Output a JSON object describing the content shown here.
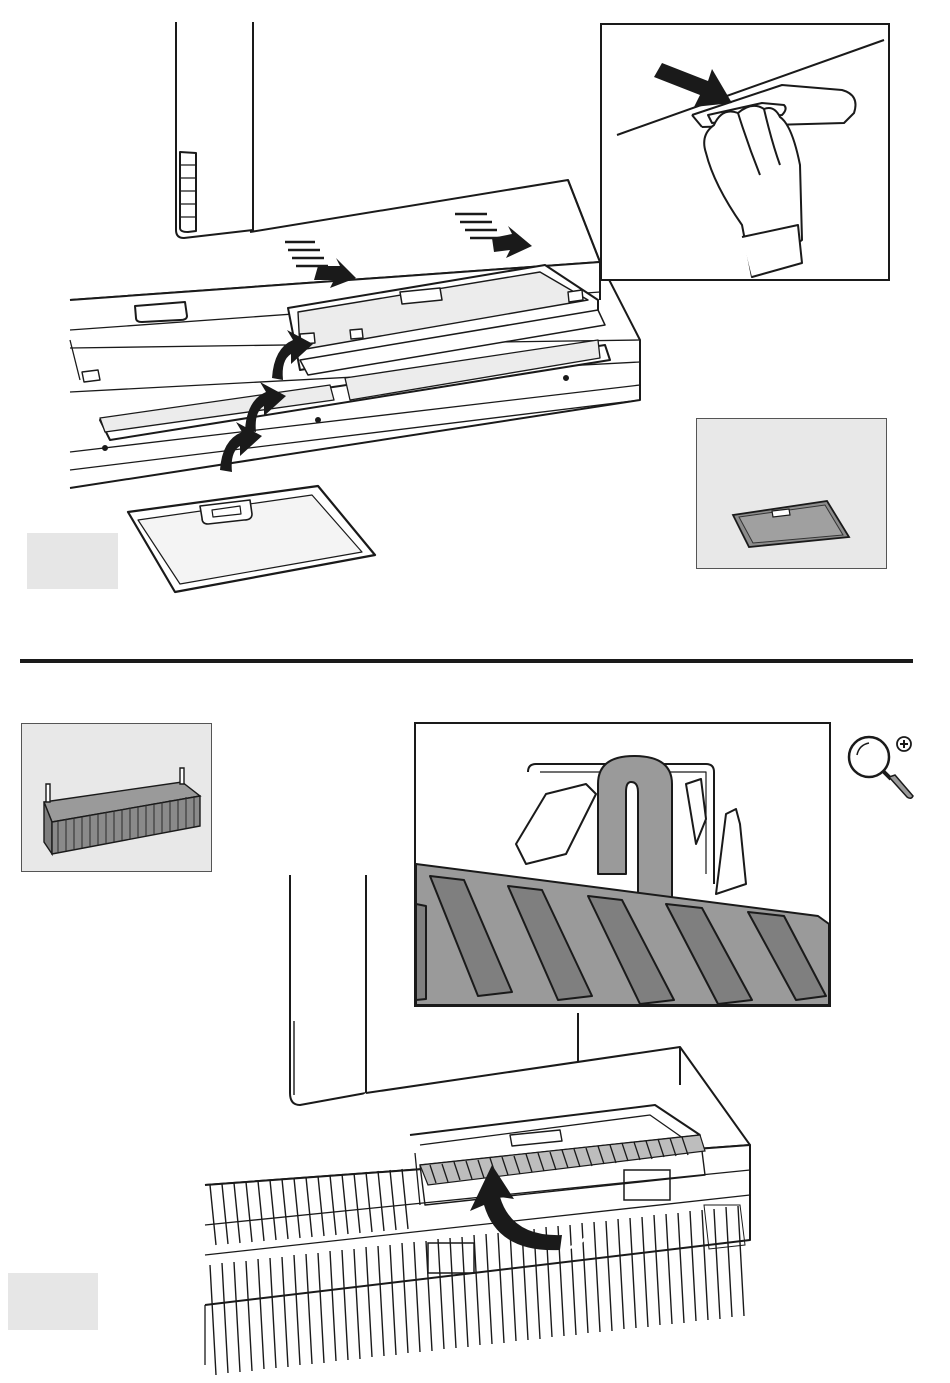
{
  "page": {
    "background": "#ffffff",
    "line_color": "#1a1a1a",
    "panel_grey": "#e8e8e8",
    "filter_grey": "#d9d9d9",
    "accent_grey": "#9a9a9a"
  },
  "sections": {
    "top": {
      "step_tag": "",
      "illustration": "grease-filter-removal",
      "detail_inset": "hand-pressing-filter-latch",
      "thumbnail": "grease-filter-panel"
    },
    "bottom": {
      "step_tag": "",
      "illustration": "comb-filter-removal",
      "detail_inset": "comb-filter-hook",
      "thumbnail": "comb-filter",
      "zoom_icon": "magnifier-plus-icon"
    }
  }
}
